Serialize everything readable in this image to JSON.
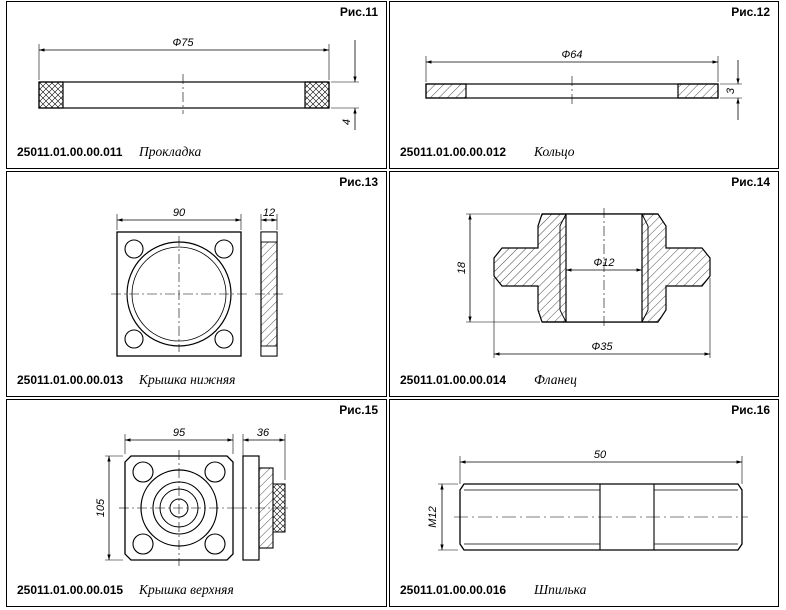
{
  "panels": [
    {
      "fig": "Рис.11",
      "code": "25011.01.00.00.011",
      "name": "Прокладка",
      "dims": {
        "d": "Ф75",
        "t": "4"
      }
    },
    {
      "fig": "Рис.12",
      "code": "25011.01.00.00.012",
      "name": "Кольцо",
      "dims": {
        "d": "Ф64",
        "t": "3"
      }
    },
    {
      "fig": "Рис.13",
      "code": "25011.01.00.00.013",
      "name": "Крышка нижняя",
      "dims": {
        "w": "90",
        "t": "12"
      }
    },
    {
      "fig": "Рис.14",
      "code": "25011.01.00.00.014",
      "name": "Фланец",
      "dims": {
        "h": "18",
        "d_in": "Ф12",
        "d_out": "Ф35"
      }
    },
    {
      "fig": "Рис.15",
      "code": "25011.01.00.00.015",
      "name": "Крышка верхняя",
      "dims": {
        "w": "95",
        "h": "105",
        "t": "36"
      }
    },
    {
      "fig": "Рис.16",
      "code": "25011.01.00.00.016",
      "name": "Шпилька",
      "dims": {
        "l": "50",
        "thread": "M12"
      }
    }
  ]
}
